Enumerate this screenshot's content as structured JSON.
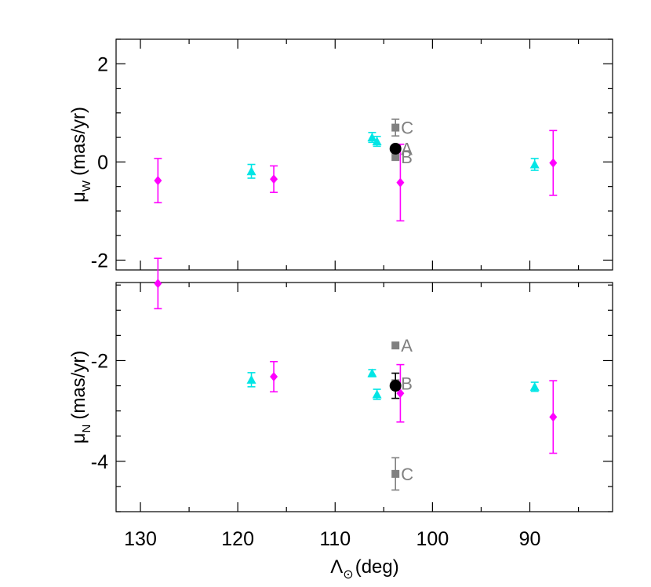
{
  "chart_data": [
    {
      "type": "scatter",
      "panel": "top",
      "ylabel_main": "μ",
      "ylabel_sub": "W",
      "ylabel_unit": "(mas/yr)",
      "ylim": [
        -2.2,
        2.5
      ],
      "yticks": [
        {
          "value": 2,
          "label": "2"
        },
        {
          "value": 0,
          "label": "0"
        },
        {
          "value": -2,
          "label": "-2"
        }
      ],
      "series": [
        {
          "marker": "diamond",
          "color": "#ff00ff",
          "points": [
            {
              "x": 128.2,
              "y": -0.38,
              "err": 0.45
            },
            {
              "x": 116.3,
              "y": -0.35,
              "err": 0.27
            },
            {
              "x": 103.3,
              "y": -0.42,
              "err": 0.78
            },
            {
              "x": 87.6,
              "y": -0.02,
              "err": 0.66
            }
          ]
        },
        {
          "marker": "triangle",
          "color": "#00e5e5",
          "points": [
            {
              "x": 118.6,
              "y": -0.19,
              "err": 0.14
            },
            {
              "x": 106.2,
              "y": 0.5,
              "err": 0.1
            },
            {
              "x": 105.7,
              "y": 0.42,
              "err": 0.1
            },
            {
              "x": 89.5,
              "y": -0.05,
              "err": 0.12
            }
          ]
        },
        {
          "marker": "square",
          "color": "#808080",
          "points": [
            {
              "x": 103.8,
              "y": 0.7,
              "err": 0.17,
              "label": "C"
            },
            {
              "x": 103.8,
              "y": 0.27,
              "err": 0,
              "label": "A"
            },
            {
              "x": 103.8,
              "y": 0.1,
              "err": 0,
              "label": "B"
            }
          ]
        },
        {
          "marker": "circle",
          "color": "#000000",
          "points": [
            {
              "x": 103.8,
              "y": 0.27,
              "err": 0.05
            }
          ]
        }
      ]
    },
    {
      "type": "scatter",
      "panel": "bottom",
      "ylabel_main": "μ",
      "ylabel_sub": "N",
      "ylabel_unit": "(mas/yr)",
      "ylim": [
        -5.0,
        -0.45
      ],
      "yticks": [
        {
          "value": -2,
          "label": "-2"
        },
        {
          "value": -4,
          "label": "-4"
        }
      ],
      "series": [
        {
          "marker": "diamond",
          "color": "#ff00ff",
          "points": [
            {
              "x": 128.2,
              "y": -0.47,
              "err": 0.5
            },
            {
              "x": 116.3,
              "y": -2.32,
              "err": 0.3
            },
            {
              "x": 103.3,
              "y": -2.65,
              "err": 0.57
            },
            {
              "x": 87.6,
              "y": -3.12,
              "err": 0.72
            }
          ]
        },
        {
          "marker": "triangle",
          "color": "#00e5e5",
          "points": [
            {
              "x": 118.6,
              "y": -2.38,
              "err": 0.14
            },
            {
              "x": 106.2,
              "y": -2.25,
              "err": 0.07
            },
            {
              "x": 105.7,
              "y": -2.67,
              "err": 0.1
            },
            {
              "x": 89.5,
              "y": -2.52,
              "err": 0.09
            }
          ]
        },
        {
          "marker": "square",
          "color": "#808080",
          "points": [
            {
              "x": 103.8,
              "y": -1.7,
              "err": 0,
              "label": "A"
            },
            {
              "x": 103.8,
              "y": -2.45,
              "err": 0,
              "label": "B"
            },
            {
              "x": 103.8,
              "y": -4.25,
              "err": 0.32,
              "label": "C"
            }
          ]
        },
        {
          "marker": "circle",
          "color": "#000000",
          "points": [
            {
              "x": 103.8,
              "y": -2.5,
              "err": 0.25
            }
          ]
        }
      ]
    }
  ],
  "shared_x": {
    "xlim": [
      132.5,
      81.5
    ],
    "xticks": [
      {
        "value": 130,
        "label": "130"
      },
      {
        "value": 120,
        "label": "120"
      },
      {
        "value": 110,
        "label": "110"
      },
      {
        "value": 100,
        "label": "100"
      },
      {
        "value": 90,
        "label": "90"
      }
    ],
    "xlabel_main": "Λ",
    "xlabel_sub": "⊙",
    "xlabel_unit": "(deg)"
  }
}
